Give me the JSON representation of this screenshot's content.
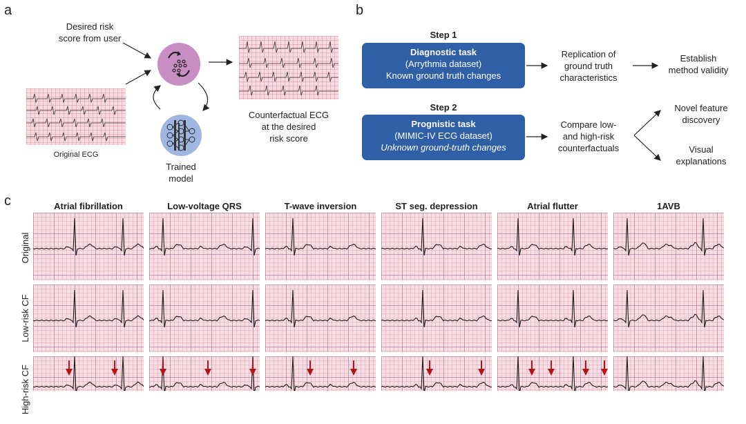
{
  "panel_a": {
    "letter": "a",
    "desired_risk_line1": "Desired risk",
    "desired_risk_line2": "score from user",
    "original_ecg": "Original ECG",
    "trained_model_line1": "Trained",
    "trained_model_line2": "model",
    "cf_line1": "Counterfactual ECG",
    "cf_line2": "at the desired",
    "cf_line3": "risk score"
  },
  "panel_b": {
    "letter": "b",
    "step1": {
      "label": "Step 1",
      "title": "Diagnostic task",
      "line2": "(Arrythmia dataset)",
      "line3": "Known ground truth changes",
      "result_line1": "Replication of",
      "result_line2": "ground truth",
      "result_line3": "characteristics",
      "final_line1": "Establish",
      "final_line2": "method validity"
    },
    "step2": {
      "label": "Step 2",
      "title": "Prognistic task",
      "line2": "(MIMIC-IV ECG dataset)",
      "line3": "Unknown ground-truth changes",
      "result_line1": "Compare low-",
      "result_line2": "and high-risk",
      "result_line3": "counterfactuals",
      "out1_line1": "Novel feature",
      "out1_line2": "discovery",
      "out2_line1": "Visual",
      "out2_line2": "explanations"
    }
  },
  "panel_c": {
    "letter": "c",
    "columns": [
      "Atrial fibrillation",
      "Low-voltage QRS",
      "T-wave inversion",
      "ST seg. depression",
      "Atrial flutter",
      "1AVB"
    ],
    "rows": [
      "Original",
      "Low-risk CF",
      "High-risk CF"
    ]
  },
  "colors": {
    "step_box": "#2f5fa7",
    "model_circle": "#c88ec4",
    "trained_circle": "#9fb7e0",
    "ecg_paper": "#f8dde3",
    "arrow_red": "#b3121b"
  }
}
